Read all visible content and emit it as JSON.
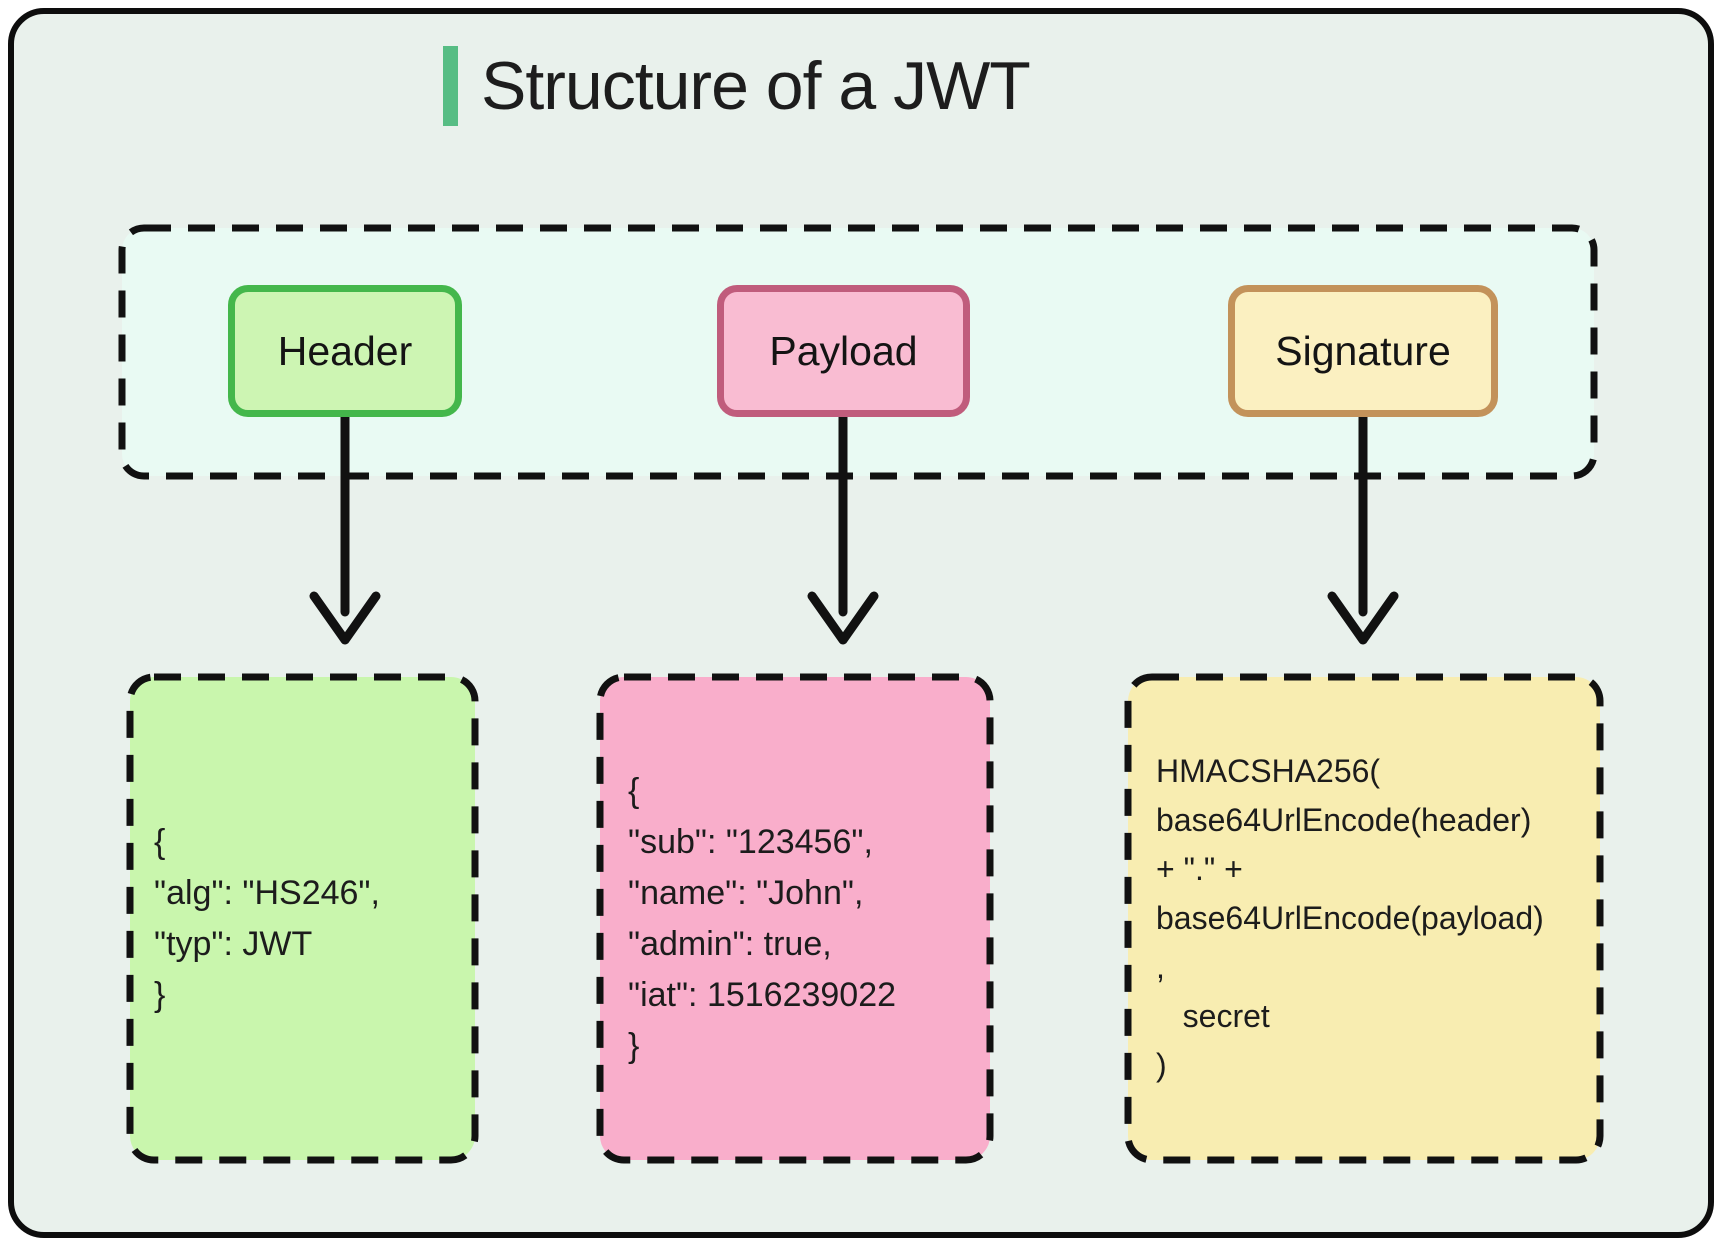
{
  "title": {
    "text": "Structure of a JWT"
  },
  "colors": {
    "canvas_bg": "#ffffff",
    "frame_bg": "#e9f1ec",
    "frame_border": "#0d0d0d",
    "container_bg": "#e9faf3",
    "dash_and_arrow": "#111111",
    "title_color": "#1d1d1d",
    "accent_green": "#57bd84",
    "header_fill": "#cdf5b3",
    "header_border": "#44b74b",
    "header_code_fill": "#c9f6ad",
    "payload_fill": "#f9bcd2",
    "payload_border": "#c05c7c",
    "payload_code_fill": "#f9aecb",
    "signature_fill": "#fbf0c1",
    "signature_border": "#c3925a",
    "signature_code_fill": "#f8edb1"
  },
  "parts": [
    {
      "label": "Header",
      "code_lines": [
        "{",
        "\"alg\": \"HS246\",",
        "\"typ\": JWT",
        "}"
      ]
    },
    {
      "label": "Payload",
      "code_lines": [
        "{",
        "\"sub\": \"123456\",",
        "\"name\": \"John\",",
        "\"admin\": true,",
        "\"iat\": 1516239022",
        "}"
      ]
    },
    {
      "label": "Signature",
      "code_lines": [
        "HMACSHA256(",
        "base64UrlEncode(header)",
        "+ \".\" +",
        "base64UrlEncode(payload)",
        ",",
        "   secret",
        ")"
      ]
    }
  ]
}
